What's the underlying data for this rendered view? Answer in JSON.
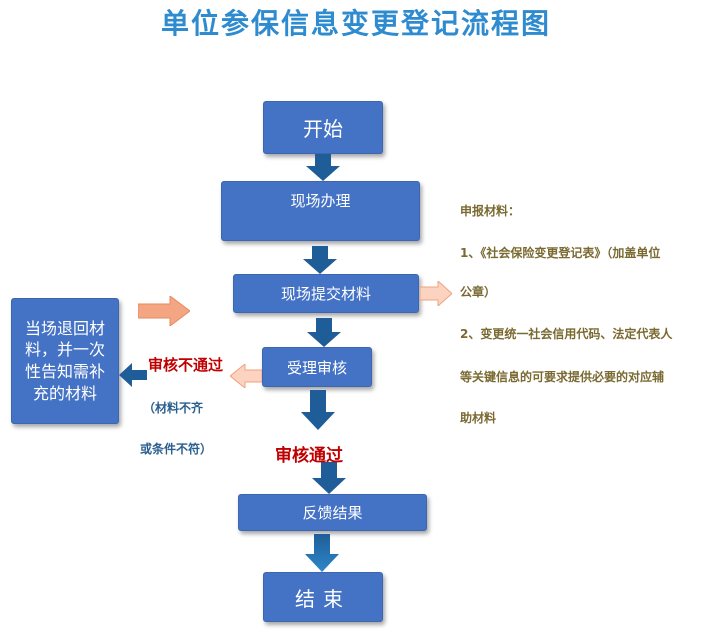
{
  "title": "单位参保信息变更登记流程图",
  "steps": {
    "start": "开始",
    "onsite": "现场办理",
    "submit": "现场提交材料",
    "review": "受理审核",
    "feedback": "反馈结果",
    "end": "结束"
  },
  "return_box": {
    "line1": "当场退回材",
    "line2": "料，并一次",
    "line3": "性告知需补",
    "line4": "充的材料"
  },
  "labels": {
    "fail": "审核不通过",
    "fail_note_1": "（材料不齐",
    "fail_note_2": "或条件不符）",
    "pass": "审核通过"
  },
  "materials": {
    "heading": "申报材料：",
    "item1_line1": "1、《社会保险变更登记表》（加盖单位",
    "item1_line2": "公章）",
    "item2_line1": "2、变更统一社会信用代码、法定代表人",
    "item2_line2": "等关键信息的可要求提供必要的对应辅",
    "item2_line3": "助材料"
  },
  "colors": {
    "title": "#2e8bd0",
    "box_fill": "#4472c4",
    "arrow_dark": "#1f5d99",
    "arrow_orange": "#f4a582",
    "label_red": "#c00000"
  }
}
